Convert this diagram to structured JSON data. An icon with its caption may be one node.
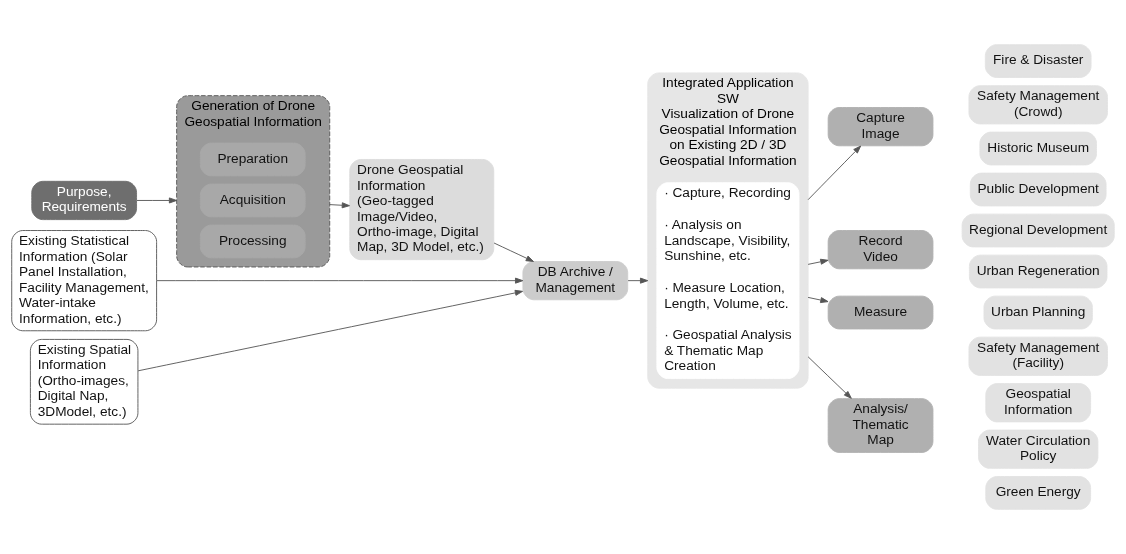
{
  "diagram": {
    "nodes": [
      {
        "text": [
          "Purpose, Requirements"
        ]
      },
      {
        "text": [
          "Generation of Drone Geospatial Information"
        ]
      },
      {
        "text": [
          "Preparation"
        ],
        "in": 1
      },
      {
        "text": [
          "Acquisition"
        ],
        "in": 1
      },
      {
        "text": [
          "Processing"
        ],
        "in": 1
      },
      {
        "text": [
          "Existing Statistical Information (Solar Panel Installation, Facility Management, Water-intake Information, etc.)"
        ]
      },
      {
        "text": [
          "Drone Geospatial Information (Geo-tagged Image/Video, Ortho-image, Digital Map, 3D Model, etc.)"
        ]
      },
      {
        "text": [
          "Existing Spatial Information (Ortho-images, Digital Nap, 3DModel, etc.)"
        ]
      },
      {
        "text": [
          "DB Archive / Management"
        ]
      },
      {
        "text": [
          "Integrated Application SW",
          "Visualization of Drone Geospatial Information on Existing 2D / 3D Geospatial Information"
        ]
      },
      {
        "text": [
          "· Capture, Recording",
          "· Analysis on Landscape, Visibility, Sunshine, etc.",
          "· Measure Location, Length, Volume, etc.",
          "· Geospatial Analysis & Thematic Map Creation"
        ],
        "in": 9
      },
      {
        "text": [
          "Capture Image"
        ]
      },
      {
        "text": [
          "Record Video"
        ]
      },
      {
        "text": [
          "Measure"
        ]
      },
      {
        "text": [
          "Analysis/ Thematic Map"
        ]
      },
      {
        "text": [
          "Fire & Disaster"
        ]
      },
      {
        "text": [
          "Safety Management (Crowd)"
        ]
      },
      {
        "text": [
          "Historic Museum"
        ]
      },
      {
        "text": [
          "Public Development"
        ]
      },
      {
        "text": [
          "Regional Development"
        ]
      },
      {
        "text": [
          "Urban Regeneration"
        ]
      },
      {
        "text": [
          "Urban Planning"
        ]
      },
      {
        "text": [
          "Safety Management (Facility)"
        ]
      },
      {
        "text": [
          "Geospatial Information"
        ]
      },
      {
        "text": [
          "Water Circulation Policy"
        ]
      },
      {
        "text": [
          "Green Energy"
        ]
      }
    ],
    "edges": [
      {
        "from": 0,
        "to": 1,
        "arrow": "to"
      },
      {
        "from": 1,
        "to": 6,
        "arrow": "to"
      },
      {
        "from": 6,
        "to": 8,
        "arrow": "to"
      },
      {
        "from": 5,
        "to": 8,
        "arrow": "to"
      },
      {
        "from": 7,
        "to": 8,
        "arrow": "to"
      },
      {
        "from": 8,
        "to": 9,
        "arrow": "to"
      },
      {
        "from": 9,
        "to": 11,
        "arrow": "to"
      },
      {
        "from": 9,
        "to": 12,
        "arrow": "to"
      },
      {
        "from": 9,
        "to": 13,
        "arrow": "to"
      },
      {
        "from": 9,
        "to": 14,
        "arrow": "to"
      }
    ]
  }
}
